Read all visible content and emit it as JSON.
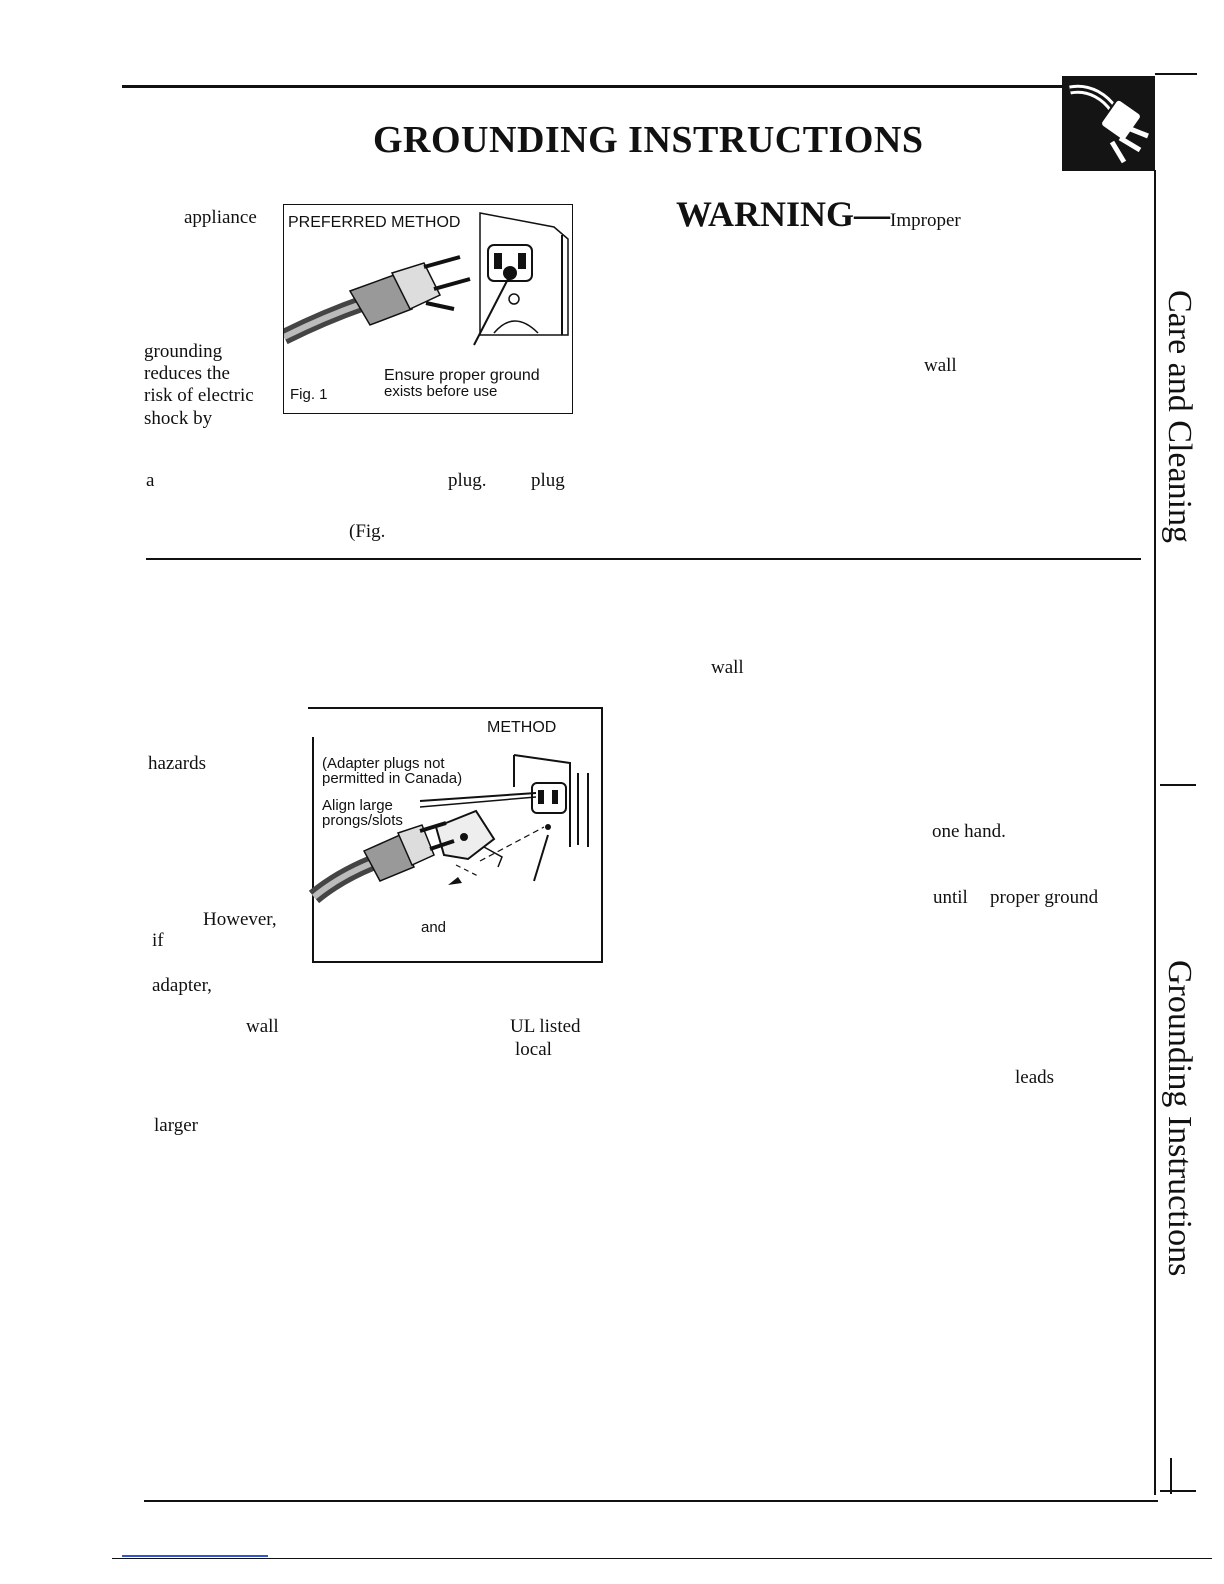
{
  "page": {
    "title": "GROUNDING INSTRUCTIONS",
    "side_tab_upper": "Care and Cleaning",
    "side_tab_lower": "Grounding Instructions",
    "tab_icon": "plug-icon"
  },
  "section1": {
    "left_words": {
      "appliance": "appliance",
      "line1": "grounding",
      "line2": "reduces the",
      "line3": "risk of electric",
      "line4": "shock by",
      "a": "a",
      "plug1": "plug.",
      "plug2": "plug",
      "fig": "(Fig."
    },
    "figure": {
      "header": "PREFERRED METHOD",
      "fig_label": "Fig. 1",
      "caption_line1": "Ensure proper ground",
      "caption_line2": "exists before use"
    },
    "warning": {
      "label": "WARNING",
      "dash": "—",
      "word": "Improper",
      "wall": "wall"
    }
  },
  "section2": {
    "left_words": {
      "hazards": "hazards",
      "however": "However,",
      "if": "if",
      "adapter": "adapter,",
      "wall": "wall",
      "ul_listed": "UL listed",
      "local": "local",
      "larger": "larger"
    },
    "figure": {
      "header": "METHOD",
      "note_line1": "(Adapter plugs not",
      "note_line2": "permitted in Canada)",
      "align_line1": "Align large",
      "align_line2": "prongs/slots",
      "and": "and"
    },
    "right_words": {
      "wall": "wall",
      "one_hand": "one hand.",
      "until": "until",
      "proper_ground": "proper ground",
      "leads": "leads"
    }
  }
}
